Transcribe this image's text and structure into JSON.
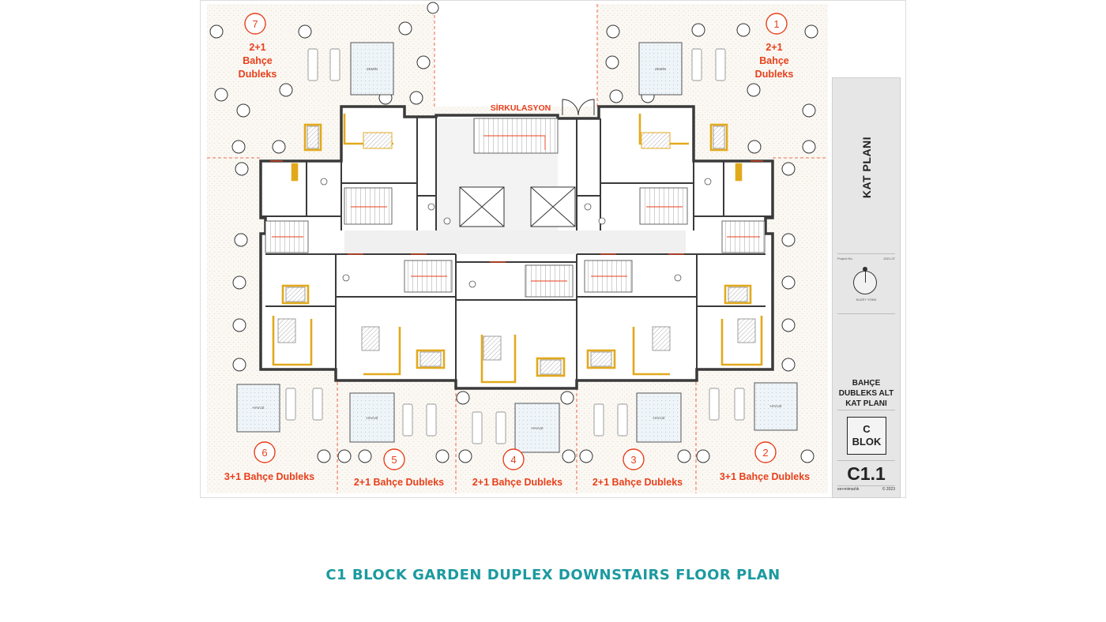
{
  "plan": {
    "circulation_label": "SİRKULASYON",
    "pool_label": "HAVUZ",
    "zemin_label": "ZEMİN",
    "units": [
      {
        "id": "unit-7",
        "number": "7",
        "lines": [
          "2+1",
          "Bahçe",
          "Dubleks"
        ]
      },
      {
        "id": "unit-1",
        "number": "1",
        "lines": [
          "2+1",
          "Bahçe",
          "Dubleks"
        ]
      },
      {
        "id": "unit-6",
        "number": "6",
        "lines": [
          "3+1 Bahçe Dubleks"
        ]
      },
      {
        "id": "unit-5",
        "number": "5",
        "lines": [
          "2+1 Bahçe Dubleks"
        ]
      },
      {
        "id": "unit-4",
        "number": "4",
        "lines": [
          "2+1 Bahçe Dubleks"
        ]
      },
      {
        "id": "unit-3",
        "number": "3",
        "lines": [
          "2+1 Bahçe Dubleks"
        ]
      },
      {
        "id": "unit-2",
        "number": "2",
        "lines": [
          "3+1 Bahçe Dubleks"
        ]
      }
    ]
  },
  "sidebar": {
    "sheet_label": "KAT PLANI",
    "project_no_label": "Project No.",
    "project_no": "2021-37",
    "north_label": "KUZEY YÖNÜ",
    "title_lines": [
      "BAHÇE",
      "DUBLEKS ALT",
      "KAT PLANI"
    ],
    "block_lines": [
      "C",
      "BLOK"
    ],
    "sheet_number": "C1.1",
    "firm": "ee+mimarlık",
    "copyright": "© 2023"
  },
  "colors": {
    "accent_red": "#e8401c",
    "furniture_yellow": "#e2a91c",
    "caption_teal": "#1b9aa0",
    "wall": "#3a3a3a"
  },
  "caption": "C1 BLOCK GARDEN DUPLEX DOWNSTAIRS FLOOR PLAN"
}
